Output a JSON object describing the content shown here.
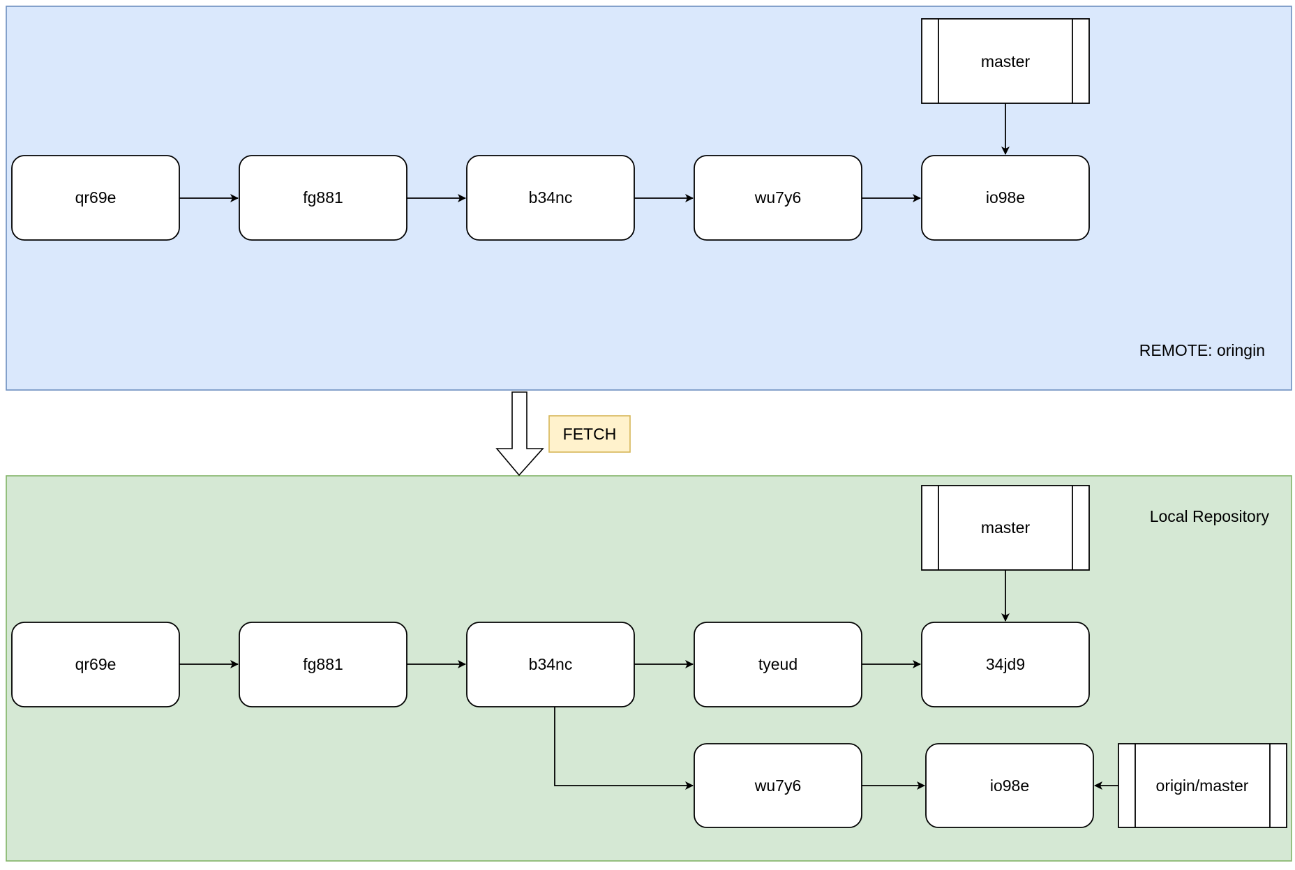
{
  "colors": {
    "remote_fill": "#dae8fc",
    "remote_stroke": "#6c8ebf",
    "local_fill": "#d5e8d4",
    "local_stroke": "#82b366",
    "fetch_label_fill": "#fff2cc",
    "fetch_label_stroke": "#d6b656"
  },
  "remote": {
    "label": "REMOTE: oringin",
    "branch": "master",
    "commits": [
      "qr69e",
      "fg881",
      "b34nc",
      "wu7y6",
      "io98e"
    ]
  },
  "fetch": {
    "label": "FETCH"
  },
  "local": {
    "label": "Local Repository",
    "branch": "master",
    "commits": [
      "qr69e",
      "fg881",
      "b34nc",
      "tyeud",
      "34jd9"
    ],
    "fetched_commits": [
      "wu7y6",
      "io98e"
    ],
    "remote_branch": "origin/master"
  }
}
